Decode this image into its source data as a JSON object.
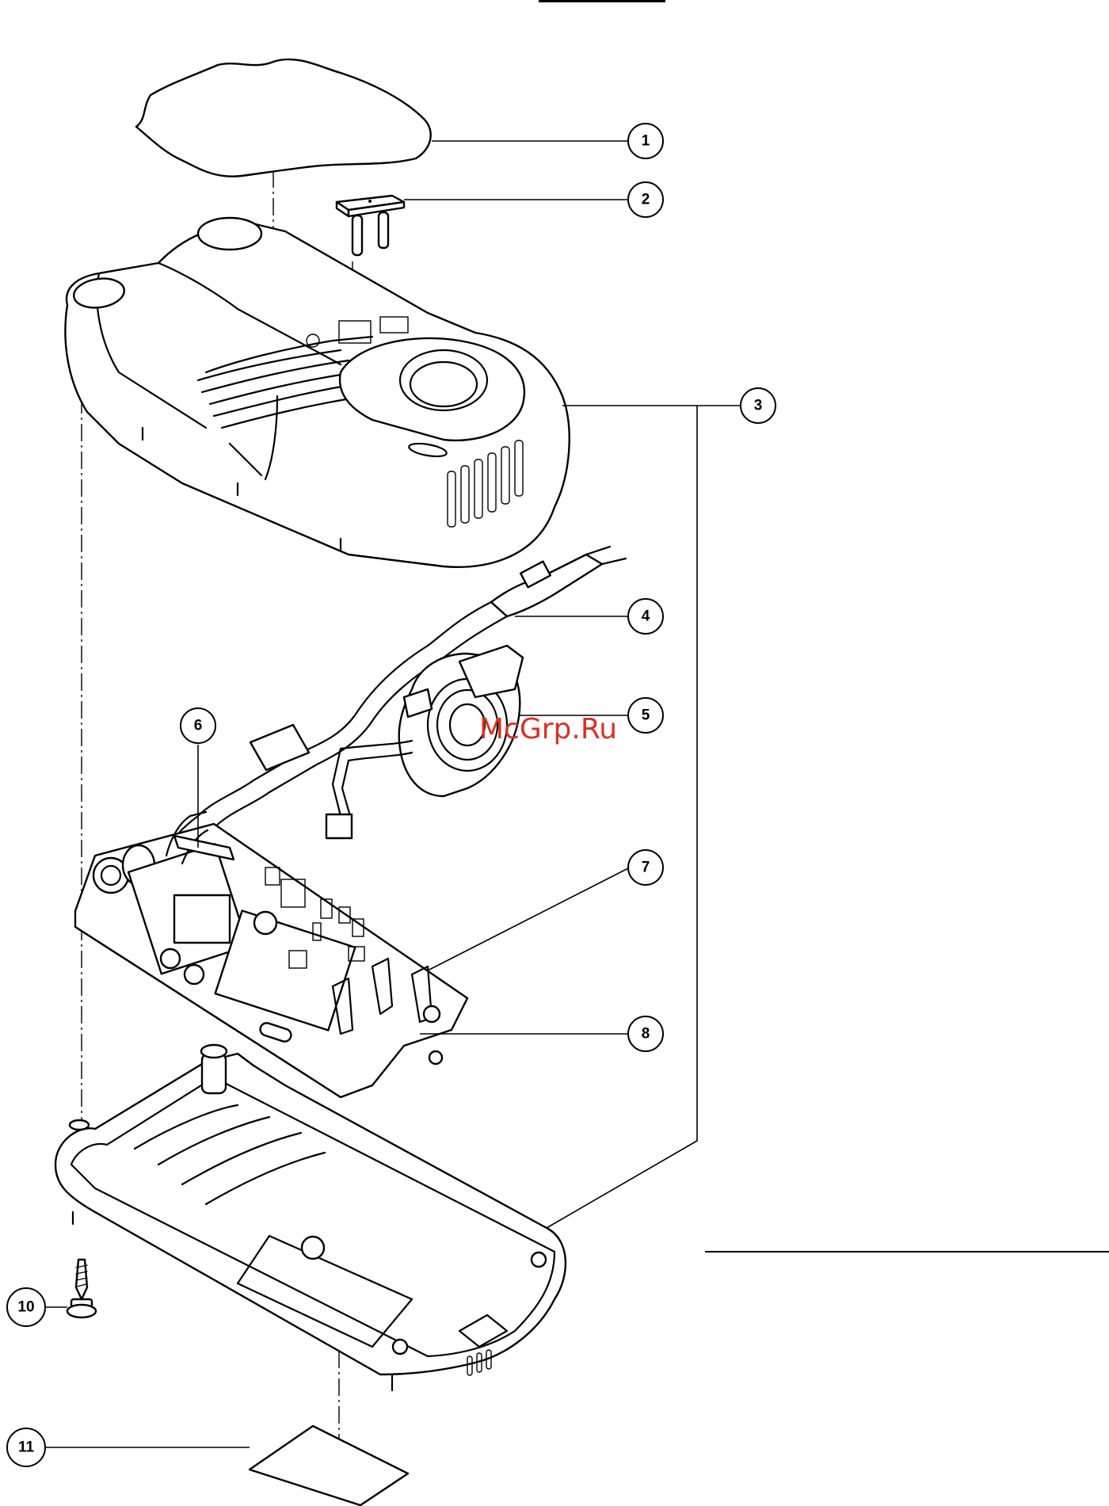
{
  "watermark": "McGrp.Ru",
  "watermark_color": "#d63228",
  "line_color": "#000000",
  "callouts": [
    {
      "id": "1",
      "label": "1"
    },
    {
      "id": "2",
      "label": "2"
    },
    {
      "id": "3",
      "label": "3"
    },
    {
      "id": "4",
      "label": "4"
    },
    {
      "id": "5",
      "label": "5"
    },
    {
      "id": "6",
      "label": "6"
    },
    {
      "id": "7",
      "label": "7"
    },
    {
      "id": "8",
      "label": "8"
    },
    {
      "id": "10",
      "label": "10"
    },
    {
      "id": "11",
      "label": "11"
    }
  ]
}
